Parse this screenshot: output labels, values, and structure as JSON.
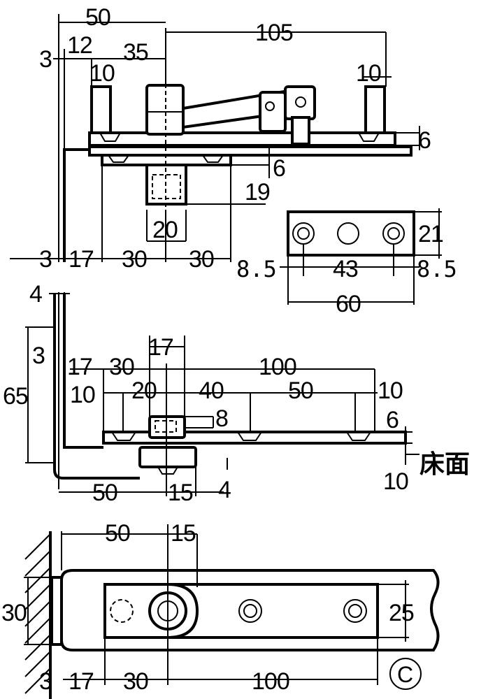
{
  "top_view": {
    "dims": {
      "d50": "50",
      "d105": "105",
      "d3": "3",
      "d12": "12",
      "d35": "35",
      "d10_left": "10",
      "d10_right": "10",
      "d6_a": "6",
      "d6_b": "6",
      "d19": "19",
      "d20": "20",
      "d3_b": "3",
      "d17": "17",
      "d30_a": "30",
      "d30_b": "30"
    }
  },
  "plate_detail": {
    "dims": {
      "d21": "21",
      "d8_5_left": "8.5",
      "d43": "43",
      "d8_5_right": "8.5",
      "d60": "60"
    }
  },
  "side_view": {
    "dims": {
      "d4_top": "4",
      "d3": "3",
      "d17": "17",
      "d65": "65",
      "d30": "30",
      "d17_top": "17",
      "d100": "100",
      "d10_left": "10",
      "d20": "20",
      "d40": "40",
      "d50": "50",
      "d10_right": "10",
      "d8": "8",
      "d6": "6",
      "d10_floor": "10",
      "floor_label": "床面",
      "d50_bottom": "50",
      "d15": "15",
      "d4_bottom": "4"
    }
  },
  "plan_view": {
    "dims": {
      "d50": "50",
      "d15": "15",
      "d30_left": "30",
      "d25": "25",
      "d3": "3",
      "d17": "17",
      "d30_bottom": "30",
      "d100": "100"
    },
    "mark": "C"
  }
}
